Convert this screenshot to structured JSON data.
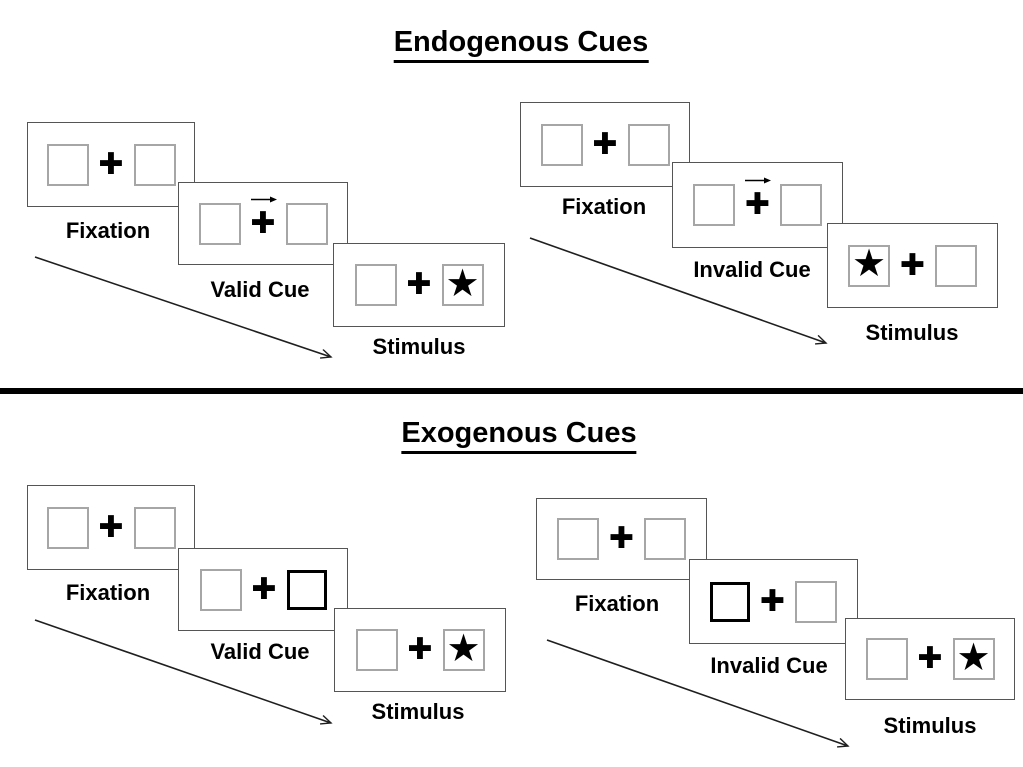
{
  "titles": {
    "endogenous": "Endogenous Cues",
    "exogenous": "Exogenous Cues"
  },
  "glyphs": {
    "fixation_cross": "✚",
    "star": "★"
  },
  "colors": {
    "background": "#ffffff",
    "panel_border": "#555555",
    "square_border": "#a6a6a6",
    "cue_highlight_border": "#000000",
    "text": "#000000",
    "divider": "#000000",
    "arrow": "#1f1f1f"
  },
  "endogenous": {
    "valid": {
      "fixation_label": "Fixation",
      "cue_label": "Valid Cue",
      "stimulus_label": "Stimulus",
      "cue_arrow_direction": "right",
      "stimulus_star_side": "right"
    },
    "invalid": {
      "fixation_label": "Fixation",
      "cue_label": "Invalid Cue",
      "stimulus_label": "Stimulus",
      "cue_arrow_direction": "right",
      "stimulus_star_side": "left"
    }
  },
  "exogenous": {
    "valid": {
      "fixation_label": "Fixation",
      "cue_label": "Valid Cue",
      "stimulus_label": "Stimulus",
      "cue_highlight_side": "right",
      "stimulus_star_side": "right"
    },
    "invalid": {
      "fixation_label": "Fixation",
      "cue_label": "Invalid Cue",
      "stimulus_label": "Stimulus",
      "cue_highlight_side": "left",
      "stimulus_star_side": "right"
    }
  }
}
